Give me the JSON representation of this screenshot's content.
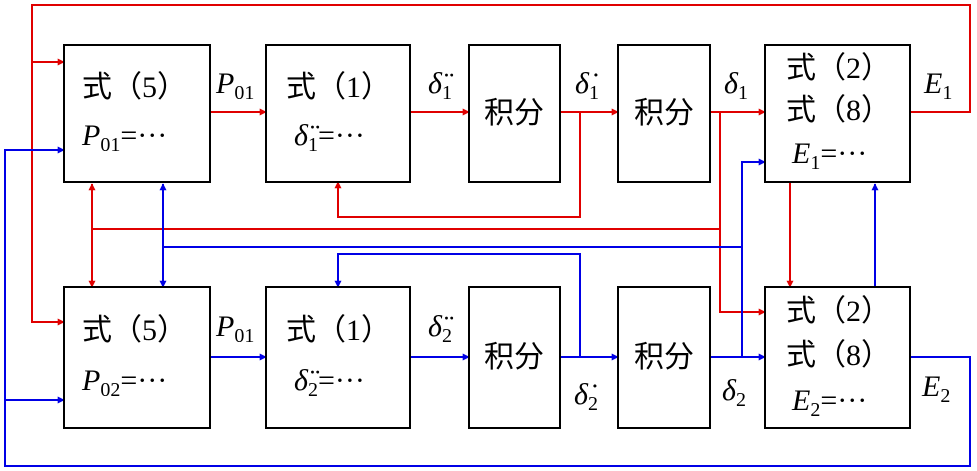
{
  "colors": {
    "red": "#e00000",
    "blue": "#0000e6",
    "black": "#000000"
  },
  "row1": {
    "box_eq5": {
      "line1": "式（5）",
      "line2_var": "P",
      "line2_sub": "01",
      "line2_rest": "=···"
    },
    "label_p01": {
      "var": "P",
      "sub": "01"
    },
    "box_eq1": {
      "line1": "式（1）",
      "line2_var": "δ̈",
      "line2_sub": "1",
      "line2_rest": "=···"
    },
    "label_ddelta": {
      "var": "δ̈",
      "sub": "1"
    },
    "integ_a": "积分",
    "label_ddot": {
      "var": "δ̇",
      "sub": "1"
    },
    "integ_b": "积分",
    "label_delta": {
      "var": "δ",
      "sub": "1"
    },
    "box_eq28": {
      "line1": "式（2）",
      "line2": "式（8）",
      "line3_var": "E",
      "line3_sub": "1",
      "line3_rest": "=···"
    },
    "label_e": {
      "var": "E",
      "sub": "1"
    }
  },
  "row2": {
    "box_eq5": {
      "line1": "式（5）",
      "line2_var": "P",
      "line2_sub": "02",
      "line2_rest": "=···"
    },
    "label_p01": {
      "var": "P",
      "sub": "01"
    },
    "box_eq1": {
      "line1": "式（1）",
      "line2_var": "δ̈",
      "line2_sub": "2",
      "line2_rest": "=···"
    },
    "label_ddelta": {
      "var": "δ̈",
      "sub": "2"
    },
    "integ_a": "积分",
    "label_ddot": {
      "var": "δ̇",
      "sub": "2"
    },
    "integ_b": "积分",
    "label_delta": {
      "var": "δ",
      "sub": "2"
    },
    "box_eq28": {
      "line1": "式（2）",
      "line2": "式（8）",
      "line3_var": "E",
      "line3_sub": "2",
      "line3_rest": "=···"
    },
    "label_e": {
      "var": "E",
      "sub": "2"
    }
  }
}
